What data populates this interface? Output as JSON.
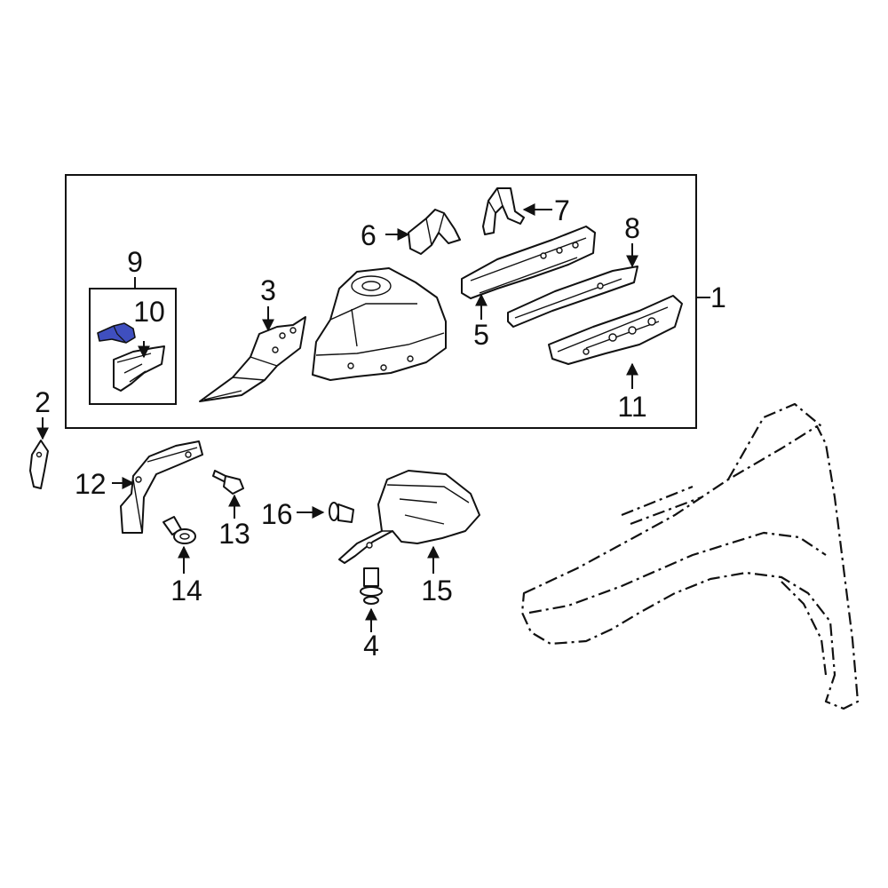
{
  "colors": {
    "line": "#111111",
    "background": "#ffffff",
    "highlight": "#3f4fbf"
  },
  "callouts": {
    "c1": "1",
    "c2": "2",
    "c3": "3",
    "c4": "4",
    "c5": "5",
    "c6": "6",
    "c7": "7",
    "c8": "8",
    "c9": "9",
    "c10": "10",
    "c11": "11",
    "c12": "12",
    "c13": "13",
    "c14": "14",
    "c15": "15",
    "c16": "16"
  }
}
